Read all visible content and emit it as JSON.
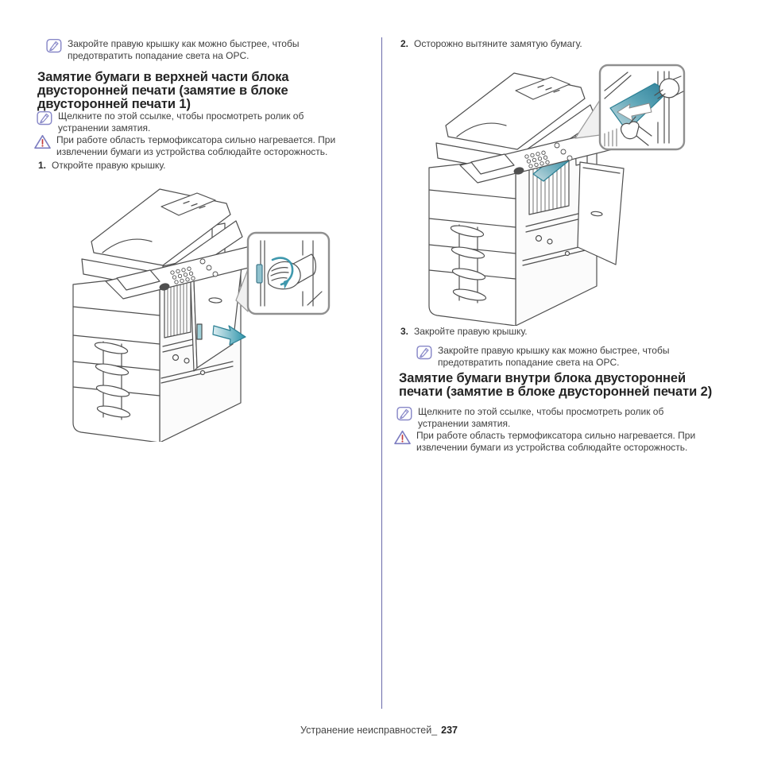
{
  "footer": {
    "section_title": "Устранение неисправностей_",
    "page_number": "237"
  },
  "left_column": {
    "continuation_note": "Закройте правую крышку как можно быстрее, чтобы предотвратить попадание света на OPC.",
    "heading_lines": [
      "Замятие бумаги в верхней части блока",
      "двусторонней печати (замятие в блоке",
      "двусторонней печати 1)"
    ],
    "link_note": "Щелкните по этой ссылке, чтобы просмотреть ролик об устранении замятия.",
    "warning_note": "При работе область термофиксатора сильно нагревается. При извлечении бумаги из устройства соблюдайте осторожность.",
    "step_1": {
      "number": "1.",
      "text": "Откройте правую крышку."
    }
  },
  "right_column": {
    "step_2": {
      "number": "2.",
      "text": "Осторожно вытяните замятую бумагу."
    },
    "step_3": {
      "number": "3.",
      "text": "Закройте правую крышку."
    },
    "close_note": "Закройте правую крышку как можно быстрее, чтобы предотвратить попадание света на OPC.",
    "heading_lines": [
      "Замятие бумаги внутри блока двусторонней",
      "печати (замятие в блоке двусторонней печати 2)"
    ],
    "link_note": "Щелкните по этой ссылке, чтобы просмотреть ролик об устранении замятия.",
    "warning_note": "При работе область термофиксатора сильно нагревается. При извлечении бумаги из устройства соблюдайте осторожность."
  },
  "colors": {
    "accent_teal": "#2e94aa",
    "note_icon_purple": "#8888c8",
    "warning_red": "#c23b3b",
    "divider_purple": "#6a6aaa"
  }
}
